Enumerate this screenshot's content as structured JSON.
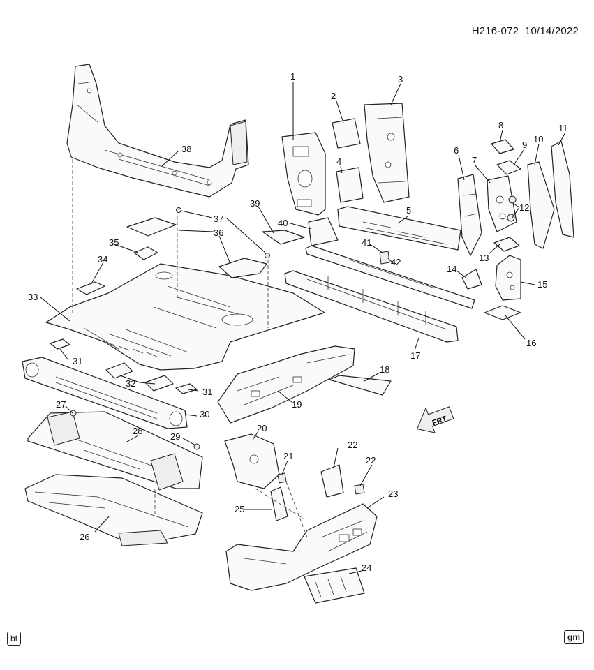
{
  "header": {
    "code": "H216-072",
    "date": "10/14/2022"
  },
  "direction_label": "FRT",
  "badges": {
    "left": "bf",
    "right": "gm"
  },
  "callouts": [
    {
      "n": "1"
    },
    {
      "n": "2"
    },
    {
      "n": "3"
    },
    {
      "n": "4"
    },
    {
      "n": "5"
    },
    {
      "n": "6"
    },
    {
      "n": "7"
    },
    {
      "n": "8"
    },
    {
      "n": "9"
    },
    {
      "n": "10"
    },
    {
      "n": "11"
    },
    {
      "n": "12"
    },
    {
      "n": "13"
    },
    {
      "n": "14"
    },
    {
      "n": "15"
    },
    {
      "n": "16"
    },
    {
      "n": "17"
    },
    {
      "n": "18"
    },
    {
      "n": "19"
    },
    {
      "n": "20"
    },
    {
      "n": "21"
    },
    {
      "n": "22"
    },
    {
      "n": "22"
    },
    {
      "n": "23"
    },
    {
      "n": "24"
    },
    {
      "n": "25"
    },
    {
      "n": "26"
    },
    {
      "n": "27"
    },
    {
      "n": "28"
    },
    {
      "n": "29"
    },
    {
      "n": "30"
    },
    {
      "n": "31"
    },
    {
      "n": "31"
    },
    {
      "n": "32"
    },
    {
      "n": "33"
    },
    {
      "n": "34"
    },
    {
      "n": "35"
    },
    {
      "n": "36"
    },
    {
      "n": "37"
    },
    {
      "n": "38"
    },
    {
      "n": "39"
    },
    {
      "n": "40"
    },
    {
      "n": "41"
    },
    {
      "n": "42"
    }
  ]
}
